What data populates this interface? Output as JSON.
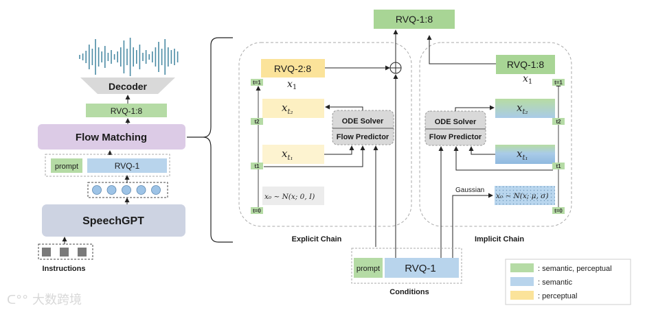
{
  "left_pipeline": {
    "waveform_icon": "audio-waveform",
    "decoder_label": "Decoder",
    "rvq_out_label": "RVQ-1:8",
    "flow_matching_label": "Flow Matching",
    "prompt_label": "prompt",
    "rvq_in_label": "RVQ-1",
    "speechgpt_label": "SpeechGPT",
    "instructions_label": "Instructions",
    "token_count": 5,
    "instruction_count": 3
  },
  "top": {
    "rvq_out_label": "RVQ-1:8"
  },
  "explicit_chain": {
    "title": "Explicit Chain",
    "rvq_label": "RVQ-2:8",
    "x1_label": "x",
    "x1_sub": "1",
    "xt2_label": "x",
    "xt2_sub": "t₂",
    "xt1_label": "x",
    "xt1_sub": "t₁",
    "x0_label": "x₀ ~ N(x; 0, I)",
    "ode_solver_label": "ODE Solver",
    "flow_predictor_label": "Flow Predictor",
    "ticks": [
      "t=1",
      "t2",
      "t1",
      "t=0"
    ],
    "sum_icon": "circle-plus"
  },
  "implicit_chain": {
    "title": "Implicit Chain",
    "rvq_label": "RVQ-1:8",
    "x1_label": "x",
    "x1_sub": "1",
    "xt2_label": "x",
    "xt2_sub": "t₂",
    "xt1_label": "x",
    "xt1_sub": "t₁",
    "x0_label": "x₀ ~ N(x; μ, σ)",
    "gaussian_label": "Gaussian",
    "ode_solver_label": "ODE Solver",
    "flow_predictor_label": "Flow Predictor",
    "ticks": [
      "t=1",
      "t2",
      "t1",
      "t=0"
    ]
  },
  "conditions": {
    "title": "Conditions",
    "prompt_label": "prompt",
    "rvq_label": "RVQ-1"
  },
  "legend": {
    "items": [
      {
        "label": ": semantic, perceptual",
        "color": "#b5dba5"
      },
      {
        "label": ": semantic",
        "color": "#b8d4ec"
      },
      {
        "label": ": perceptual",
        "color": "#fbe39a"
      }
    ]
  },
  "watermark": "大数跨境",
  "colors": {
    "green": "#b5dba5",
    "blue": "#b8d4ec",
    "yellow": "#fbe39a",
    "light_yellow": "#fdf3d0",
    "purple": "#dccbe6",
    "speechgpt": "#cdd3e2",
    "gray": "#d9d9d9",
    "wave": "#4a8aa4",
    "token": "#9dc3e6"
  }
}
